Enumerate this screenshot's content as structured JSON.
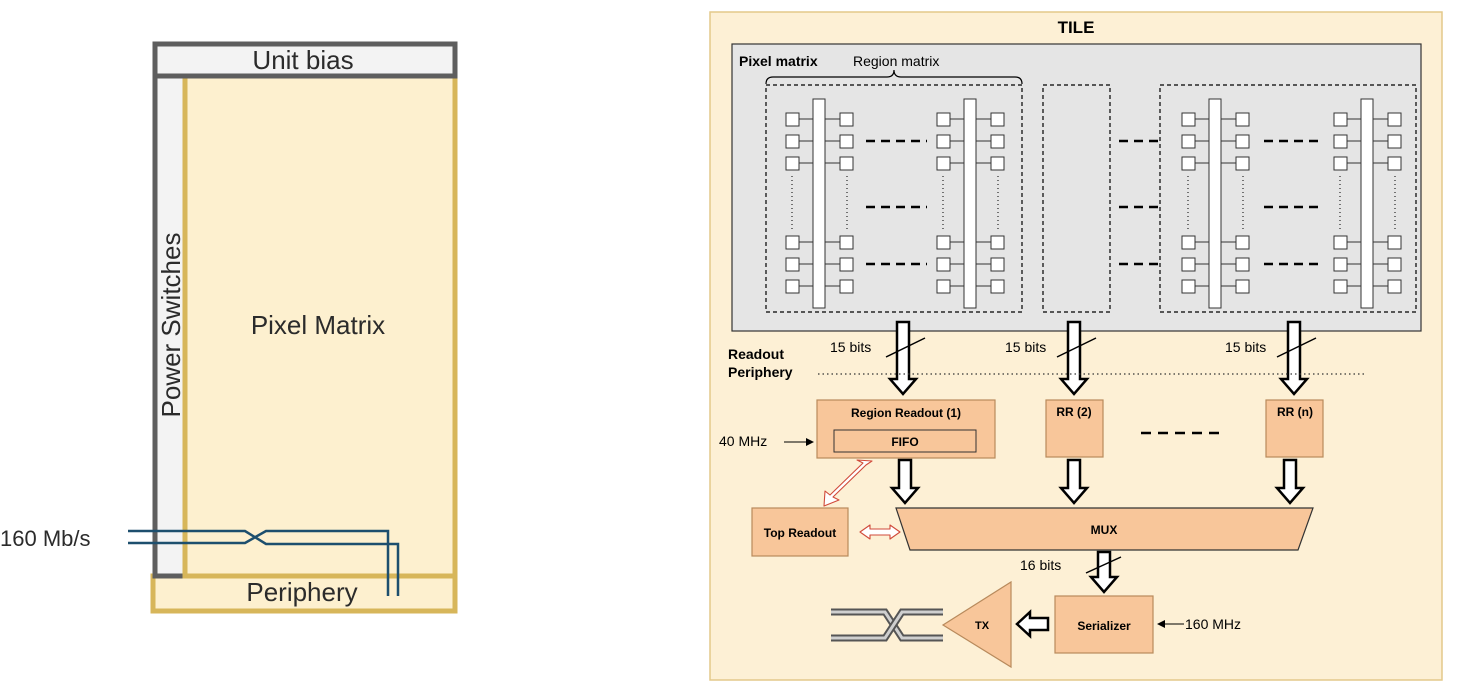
{
  "left_diagram": {
    "unit_bias": "Unit bias",
    "power_switches": "Power Switches",
    "pixel_matrix": "Pixel Matrix",
    "periphery": "Periphery",
    "data_rate": "160 Mb/s"
  },
  "tile": {
    "title": "TILE",
    "pixel_matrix_label": "Pixel matrix",
    "region_matrix_label": "Region matrix",
    "readout_periphery": [
      "Readout",
      "Periphery"
    ],
    "bus_labels": [
      "15 bits",
      "15 bits",
      "15 bits"
    ],
    "region_readout_1": "Region Readout (1)",
    "fifo": "FIFO",
    "rr2": "RR (2)",
    "rrn": "RR (n)",
    "clock_40": "40 MHz",
    "top_readout": "Top Readout",
    "mux": "MUX",
    "mux_bits": "16 bits",
    "serializer": "Serializer",
    "clock_160": "160 MHz",
    "tx": "TX"
  },
  "colors": {
    "matrix_fill": "#fdf0cf",
    "matrix_border": "#d7b65a",
    "switch_border": "#5e5e5e",
    "switch_fill": "#f3f3f3",
    "line_blue": "#1d4f6e",
    "tile_fill": "#fdf0d5",
    "tile_border": "#e4c98a",
    "pixel_fill": "#e5e5e5",
    "block_fill": "#f8c69a",
    "block_border": "#b88a5c",
    "bidir_arrow": "#d04a3a"
  }
}
